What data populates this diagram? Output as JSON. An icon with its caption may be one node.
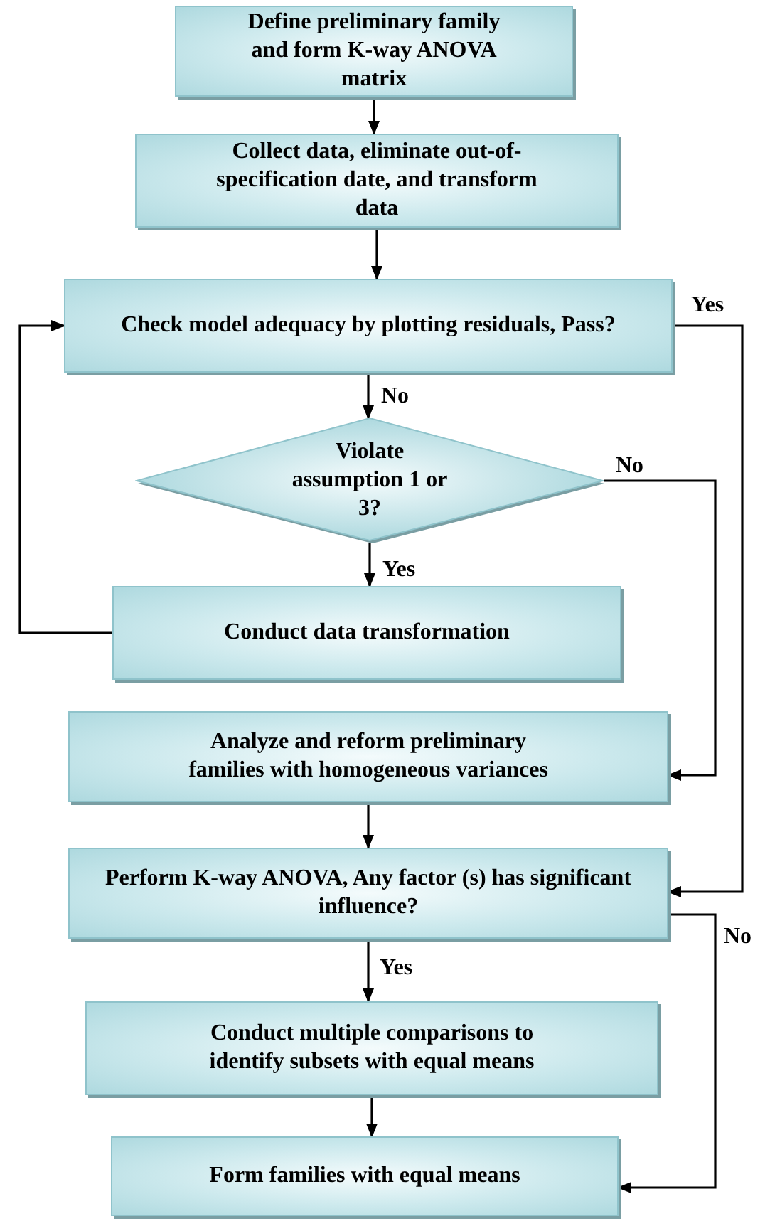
{
  "diagram": {
    "nodes": [
      {
        "text": [
          "Define preliminary family and form K-way ANOVA matrix"
        ]
      },
      {
        "text": [
          "Collect data, eliminate out-of-specification date, and transform data"
        ]
      },
      {
        "text": [
          "Check model adequacy by plotting residuals, Pass?"
        ]
      },
      {
        "text": [
          "Violate assumption 1 or 3?"
        ]
      },
      {
        "text": [
          "Conduct data transformation"
        ]
      },
      {
        "text": [
          "Analyze and reform preliminary families with homogeneous variances"
        ]
      },
      {
        "text": [
          "Perform K-way ANOVA, Any factor (s) has significant influence?"
        ]
      },
      {
        "text": [
          "Conduct multiple comparisons to identify subsets with equal means"
        ]
      },
      {
        "text": [
          "Form families with equal means"
        ]
      }
    ],
    "edges": [
      {
        "from": 0,
        "to": 1,
        "arrow": "to"
      },
      {
        "from": 1,
        "to": 2,
        "arrow": "to"
      },
      {
        "from": 2,
        "to": 3,
        "arrow": "to",
        "label": "No"
      },
      {
        "from": 3,
        "to": 4,
        "arrow": "to",
        "label": "Yes"
      },
      {
        "from": 4,
        "to": 2,
        "arrow": "to"
      },
      {
        "from": 3,
        "to": 5,
        "arrow": "to",
        "label": "No"
      },
      {
        "from": 2,
        "to": 6,
        "arrow": "to",
        "label": "Yes"
      },
      {
        "from": 5,
        "to": 6,
        "arrow": "to"
      },
      {
        "from": 6,
        "to": 7,
        "arrow": "to",
        "label": "Yes"
      },
      {
        "from": 7,
        "to": 8,
        "arrow": "to"
      },
      {
        "from": 6,
        "to": 8,
        "arrow": "to",
        "label": "No"
      }
    ]
  }
}
